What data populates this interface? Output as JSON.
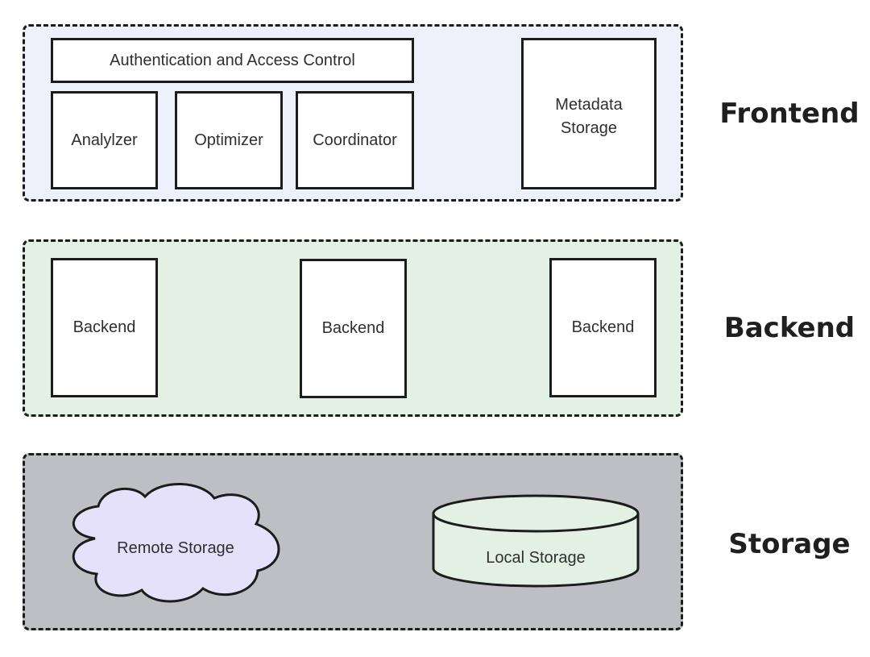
{
  "layers": {
    "frontend": {
      "label": "Frontend",
      "auth": "Authentication and Access Control",
      "analyzer": "Analylzer",
      "optimizer": "Optimizer",
      "coordinator": "Coordinator",
      "metadata_line1": "Metadata",
      "metadata_line2": "Storage"
    },
    "backend": {
      "label": "Backend",
      "nodes": [
        "Backend",
        "Backend",
        "Backend"
      ]
    },
    "storage": {
      "label": "Storage",
      "remote": "Remote Storage",
      "local": "Local Storage"
    }
  },
  "colors": {
    "frontend_bg": "#eef0fc",
    "backend_bg": "#e3f1e4",
    "storage_bg": "#bebfc4",
    "cloud_fill": "#e6e1fa",
    "cylinder_fill": "#e3f1e4"
  }
}
